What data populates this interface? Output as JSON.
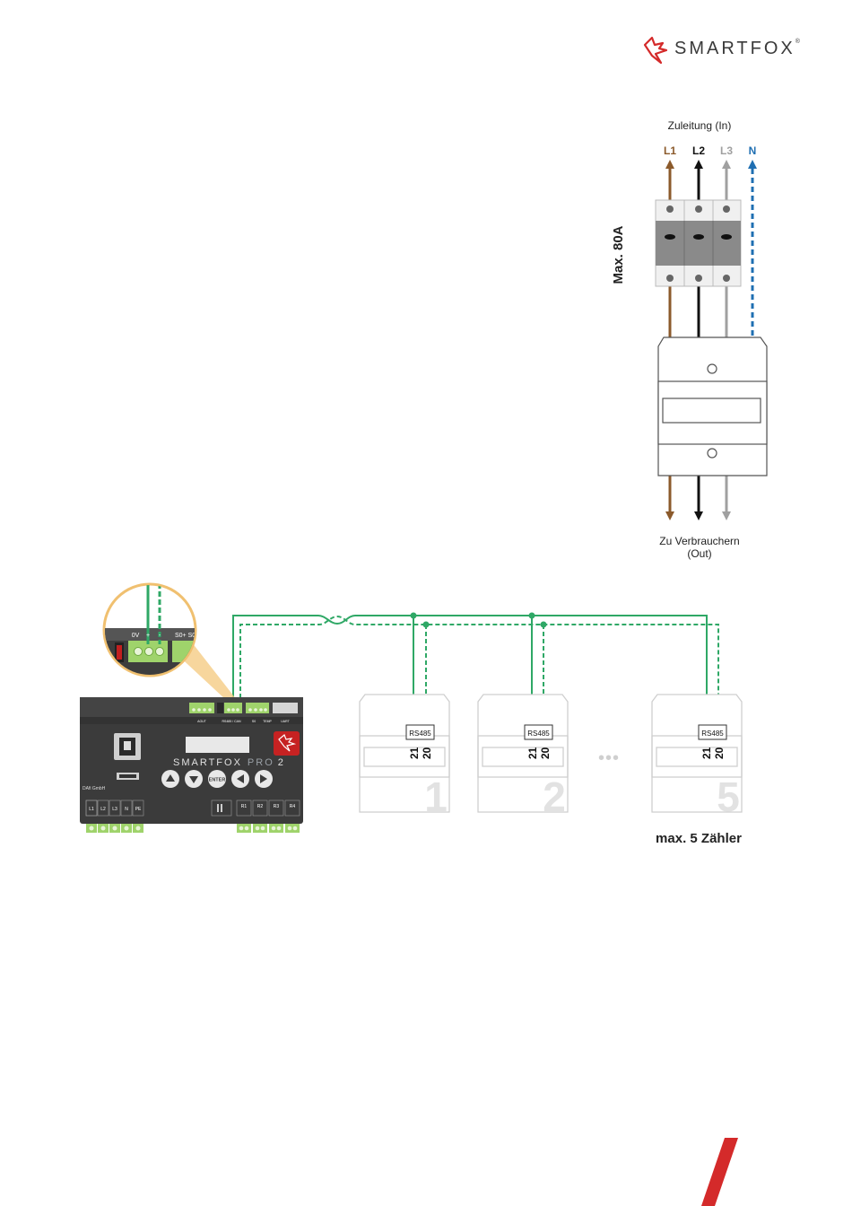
{
  "brand": {
    "name": "SMARTFOX",
    "registered_mark": "®",
    "accent_color": "#d42a2a"
  },
  "supply": {
    "title_in": "Zuleitung (In)",
    "phases": [
      {
        "label": "L1",
        "color": "#8b5a2b"
      },
      {
        "label": "L2",
        "color": "#111111"
      },
      {
        "label": "L3",
        "color": "#a0a0a0"
      },
      {
        "label": "N",
        "color": "#1f6fb2"
      }
    ],
    "breaker_rating": "Max. 80A",
    "title_out_line1": "Zu Verbrauchern",
    "title_out_line2": "(Out)"
  },
  "device": {
    "name": "SMARTFOX",
    "model": "PRO",
    "model_number": "2",
    "manufacturer": "DAfi GmbH",
    "enter_label": "ENTER",
    "bottom_terminals_left": [
      "L1",
      "L2",
      "L3",
      "N",
      "PE"
    ],
    "bottom_terminals_right": [
      "R1",
      "R2",
      "R3",
      "R4"
    ],
    "top_terminal_labels": [
      "AOUT",
      "RS485 / CAN",
      "S0",
      "TEMP",
      "UART"
    ],
    "zoom_labels": [
      "0V",
      "+",
      "-",
      "S0+ S0"
    ]
  },
  "meters": {
    "items": [
      {
        "number": "1",
        "bus_label": "RS485",
        "terminal_a": "21",
        "terminal_b": "20"
      },
      {
        "number": "2",
        "bus_label": "RS485",
        "terminal_a": "21",
        "terminal_b": "20"
      },
      {
        "number": "5",
        "bus_label": "RS485",
        "terminal_a": "21",
        "terminal_b": "20"
      }
    ],
    "ellipsis": "•••",
    "max_note": "max. 5 Zähler"
  },
  "colors": {
    "bus_green": "#2fa866",
    "meter_gray": "#cfcfcf",
    "device_dark": "#3b3b3b"
  }
}
